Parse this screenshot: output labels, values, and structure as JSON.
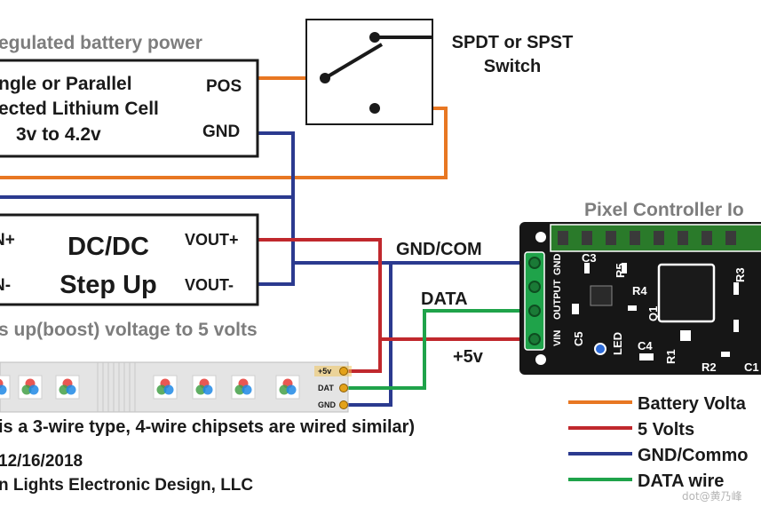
{
  "battery": {
    "section_title": "egulated battery power",
    "line1": "ngle or Parallel",
    "line2": "ected Lithium Cell",
    "line3": "3v to 4.2v",
    "pos": "POS",
    "gnd": "GND"
  },
  "switch": {
    "line1": "SPDT or SPST",
    "line2": "Switch"
  },
  "converter": {
    "line1": "DC/DC",
    "line2": "Step Up",
    "vin_plus": "N+",
    "vin_minus": "N-",
    "vout_plus": "VOUT+",
    "vout_minus": "VOUT-",
    "caption": "s up(boost) voltage to 5 volts"
  },
  "controller": {
    "title": "Pixel Controller Io",
    "pins": [
      "GND",
      "OUTPUT",
      "VIN"
    ],
    "parts": [
      "C3",
      "R5",
      "R4",
      "R3",
      "C5",
      "Q1",
      "LED",
      "C4",
      "R1",
      "R2",
      "C1"
    ]
  },
  "wires": {
    "gnd_com": "GND/COM",
    "data": "DATA",
    "five_v": "+5v"
  },
  "strip": {
    "pad_5v": "+5v",
    "pad_dat": "DAT",
    "pad_gnd": "GND",
    "note": "is a 3-wire type, 4-wire chipsets are wired similar)"
  },
  "legend": {
    "items": [
      {
        "label": "Battery Volta",
        "color": "#e87722"
      },
      {
        "label": "5 Volts",
        "color": "#c0282d"
      },
      {
        "label": "GND/Commo",
        "color": "#2b3a8f"
      },
      {
        "label": "DATA wire",
        "color": "#1fa34a"
      }
    ]
  },
  "footer": {
    "date": "12/16/2018",
    "company": "n Lights Electronic Design, LLC"
  },
  "watermark": "dot@黄乃峰"
}
